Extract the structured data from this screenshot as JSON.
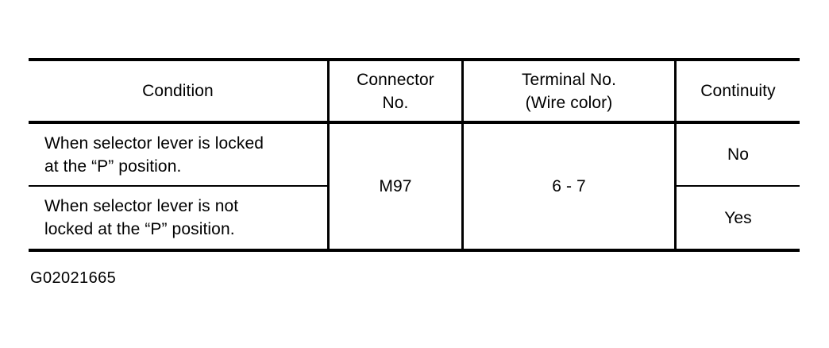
{
  "table": {
    "headers": [
      {
        "id": "condition",
        "label": "Condition"
      },
      {
        "id": "connector",
        "label": "Connector\nNo."
      },
      {
        "id": "terminal",
        "label": "Terminal No.\n(Wire color)"
      },
      {
        "id": "continuity",
        "label": "Continuity"
      }
    ],
    "rows": [
      {
        "condition": "When selector lever is locked\nat the “P” position.",
        "connector_no": "M97",
        "terminal_no": "6 - 7",
        "continuity": "No"
      },
      {
        "condition": "When selector lever is not\nlocked at the “P” position.",
        "connector_no": "M97",
        "terminal_no": "6 - 7",
        "continuity": "Yes"
      }
    ],
    "merged": {
      "connector_no": "M97",
      "terminal_no": "6 - 7"
    },
    "border_color": "#000000",
    "background_color": "#ffffff",
    "text_color": "#000000"
  },
  "caption": {
    "figure_id": "G02021665"
  }
}
